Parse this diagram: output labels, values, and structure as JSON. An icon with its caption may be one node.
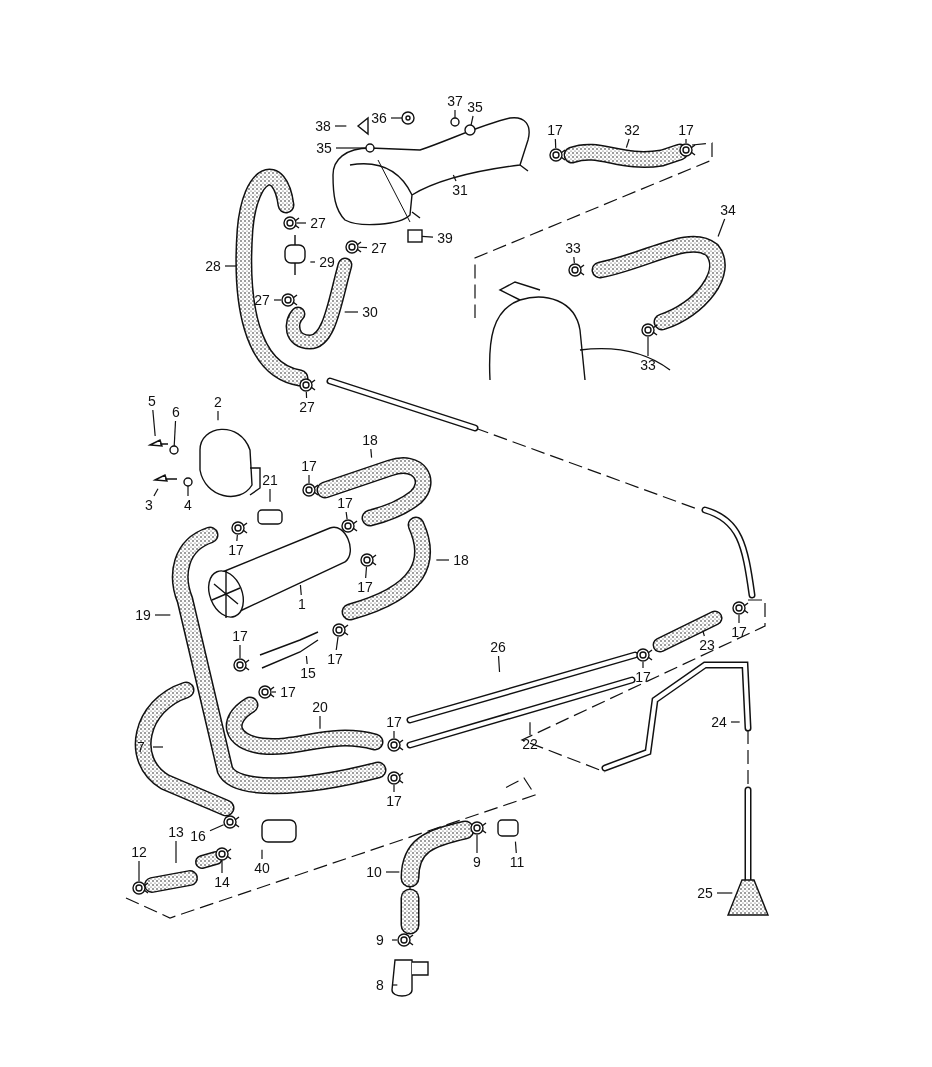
{
  "diagram": {
    "nodes": [
      {
        "text": [
          "38"
        ]
      },
      {
        "text": [
          "36"
        ]
      },
      {
        "text": [
          "37"
        ]
      },
      {
        "text": [
          "35"
        ]
      },
      {
        "text": [
          "35"
        ]
      },
      {
        "text": [
          "17"
        ]
      },
      {
        "text": [
          "32"
        ]
      },
      {
        "text": [
          "17"
        ]
      },
      {
        "text": [
          "31"
        ]
      },
      {
        "text": [
          "27"
        ]
      },
      {
        "text": [
          "27"
        ]
      },
      {
        "text": [
          "39"
        ]
      },
      {
        "text": [
          "29"
        ]
      },
      {
        "text": [
          "28"
        ]
      },
      {
        "text": [
          "34"
        ]
      },
      {
        "text": [
          "33"
        ]
      },
      {
        "text": [
          "27"
        ]
      },
      {
        "text": [
          "30"
        ]
      },
      {
        "text": [
          "33"
        ]
      },
      {
        "text": [
          "27"
        ]
      },
      {
        "text": [
          "5"
        ]
      },
      {
        "text": [
          "6"
        ]
      },
      {
        "text": [
          "2"
        ]
      },
      {
        "text": [
          "18"
        ]
      },
      {
        "text": [
          "17"
        ]
      },
      {
        "text": [
          "21"
        ]
      },
      {
        "text": [
          "3"
        ]
      },
      {
        "text": [
          "4"
        ]
      },
      {
        "text": [
          "17"
        ]
      },
      {
        "text": [
          "17"
        ]
      },
      {
        "text": [
          "18"
        ]
      },
      {
        "text": [
          "17"
        ]
      },
      {
        "text": [
          "1"
        ]
      },
      {
        "text": [
          "19"
        ]
      },
      {
        "text": [
          "17"
        ]
      },
      {
        "text": [
          "23"
        ]
      },
      {
        "text": [
          "17"
        ]
      },
      {
        "text": [
          "17"
        ]
      },
      {
        "text": [
          "15"
        ]
      },
      {
        "text": [
          "26"
        ]
      },
      {
        "text": [
          "17"
        ]
      },
      {
        "text": [
          "17"
        ]
      },
      {
        "text": [
          "20"
        ]
      },
      {
        "text": [
          "24"
        ]
      },
      {
        "text": [
          "17"
        ]
      },
      {
        "text": [
          "22"
        ]
      },
      {
        "text": [
          "7"
        ]
      },
      {
        "text": [
          "17"
        ]
      },
      {
        "text": [
          "16"
        ]
      },
      {
        "text": [
          "13"
        ]
      },
      {
        "text": [
          "12"
        ]
      },
      {
        "text": [
          "9"
        ]
      },
      {
        "text": [
          "11"
        ]
      },
      {
        "text": [
          "40"
        ]
      },
      {
        "text": [
          "10"
        ]
      },
      {
        "text": [
          "14"
        ]
      },
      {
        "text": [
          "25"
        ]
      },
      {
        "text": [
          "9"
        ]
      },
      {
        "text": [
          "8"
        ]
      },
      {
        "text": [],
        "shape": "circle"
      },
      {
        "text": [],
        "shape": "circle"
      },
      {
        "text": [],
        "shape": "circle"
      },
      {
        "text": [],
        "shape": "circle"
      },
      {
        "text": [],
        "shape": "circle"
      },
      {
        "text": [],
        "shape": "circle"
      },
      {
        "text": [],
        "shape": "circle"
      },
      {
        "text": [],
        "shape": "box"
      },
      {
        "text": [],
        "shape": "circle"
      },
      {
        "text": [],
        "shape": "circle"
      },
      {
        "text": [],
        "shape": "circle"
      },
      {
        "text": [],
        "shape": "circle"
      },
      {
        "text": [],
        "shape": "circle"
      },
      {
        "text": [],
        "shape": "circle"
      },
      {
        "text": [],
        "shape": "circle"
      },
      {
        "text": [],
        "shape": "circle"
      },
      {
        "text": [],
        "shape": "circle"
      },
      {
        "text": [],
        "shape": "circle"
      },
      {
        "text": [],
        "shape": "circle"
      },
      {
        "text": [],
        "shape": "circle"
      },
      {
        "text": [],
        "shape": "circle"
      },
      {
        "text": [],
        "shape": "circle"
      },
      {
        "text": [],
        "shape": "circle"
      },
      {
        "text": [],
        "shape": "circle"
      },
      {
        "text": [],
        "shape": "circle"
      },
      {
        "text": [],
        "shape": "circle"
      },
      {
        "text": [],
        "shape": "circle"
      },
      {
        "text": [],
        "shape": "circle"
      },
      {
        "text": [],
        "shape": "circle"
      },
      {
        "text": [],
        "shape": "circle"
      },
      {
        "text": [],
        "shape": "circle"
      }
    ],
    "edges": [
      {
        "from": 0,
        "to": null,
        "arrow": "none"
      },
      {
        "from": 1,
        "to": 59,
        "arrow": "none"
      },
      {
        "from": 2,
        "to": 60,
        "arrow": "none"
      },
      {
        "from": 3,
        "to": 61,
        "arrow": "none"
      },
      {
        "from": 4,
        "to": 62,
        "arrow": "none"
      },
      {
        "from": 5,
        "to": 63,
        "arrow": "none"
      },
      {
        "from": 6,
        "to": null,
        "arrow": "none"
      },
      {
        "from": 7,
        "to": 64,
        "arrow": "none"
      },
      {
        "from": 8,
        "to": null,
        "arrow": "none"
      },
      {
        "from": 9,
        "to": 65,
        "arrow": "none"
      },
      {
        "from": 10,
        "to": 67,
        "arrow": "none"
      },
      {
        "from": 11,
        "to": 66,
        "arrow": "none"
      },
      {
        "from": 12,
        "to": null,
        "arrow": "none"
      },
      {
        "from": 13,
        "to": null,
        "arrow": "none"
      },
      {
        "from": 14,
        "to": null,
        "arrow": "none"
      },
      {
        "from": 15,
        "to": 68,
        "arrow": "none"
      },
      {
        "from": 16,
        "to": 69,
        "arrow": "none"
      },
      {
        "from": 17,
        "to": null,
        "arrow": "none"
      },
      {
        "from": 18,
        "to": 70,
        "arrow": "none"
      },
      {
        "from": 19,
        "to": 71,
        "arrow": "none"
      },
      {
        "from": 20,
        "to": null,
        "arrow": "none"
      },
      {
        "from": 21,
        "to": 72,
        "arrow": "none"
      },
      {
        "from": 22,
        "to": null,
        "arrow": "none"
      },
      {
        "from": 23,
        "to": null,
        "arrow": "none"
      },
      {
        "from": 24,
        "to": 74,
        "arrow": "none"
      },
      {
        "from": 25,
        "to": null,
        "arrow": "none"
      },
      {
        "from": 26,
        "to": null,
        "arrow": "none"
      },
      {
        "from": 27,
        "to": 73,
        "arrow": "none"
      },
      {
        "from": 28,
        "to": 75,
        "arrow": "none"
      },
      {
        "from": 29,
        "to": 76,
        "arrow": "none"
      },
      {
        "from": 30,
        "to": null,
        "arrow": "none"
      },
      {
        "from": 31,
        "to": 77,
        "arrow": "none"
      },
      {
        "from": 32,
        "to": null,
        "arrow": "none"
      },
      {
        "from": 33,
        "to": null,
        "arrow": "none"
      },
      {
        "from": 34,
        "to": 78,
        "arrow": "none"
      },
      {
        "from": 35,
        "to": null,
        "arrow": "none"
      },
      {
        "from": 36,
        "to": 81,
        "arrow": "none"
      },
      {
        "from": 37,
        "to": 79,
        "arrow": "none"
      },
      {
        "from": 38,
        "to": null,
        "arrow": "none"
      },
      {
        "from": 39,
        "to": null,
        "arrow": "none"
      },
      {
        "from": 40,
        "to": 80,
        "arrow": "none"
      },
      {
        "from": 41,
        "to": 82,
        "arrow": "none"
      },
      {
        "from": 42,
        "to": null,
        "arrow": "none"
      },
      {
        "from": 43,
        "to": null,
        "arrow": "none"
      },
      {
        "from": 44,
        "to": 83,
        "arrow": "none"
      },
      {
        "from": 45,
        "to": null,
        "arrow": "none"
      },
      {
        "from": 46,
        "to": null,
        "arrow": "none"
      },
      {
        "from": 47,
        "to": 84,
        "arrow": "none"
      },
      {
        "from": 48,
        "to": 85,
        "arrow": "none"
      },
      {
        "from": 49,
        "to": null,
        "arrow": "none"
      },
      {
        "from": 50,
        "to": 88,
        "arrow": "none"
      },
      {
        "from": 51,
        "to": 86,
        "arrow": "none"
      },
      {
        "from": 52,
        "to": null,
        "arrow": "none"
      },
      {
        "from": 53,
        "to": null,
        "arrow": "none"
      },
      {
        "from": 54,
        "to": null,
        "arrow": "none"
      },
      {
        "from": 55,
        "to": 87,
        "arrow": "none"
      },
      {
        "from": 56,
        "to": null,
        "arrow": "none"
      },
      {
        "from": 57,
        "to": 89,
        "arrow": "none"
      },
      {
        "from": 58,
        "to": null,
        "arrow": "none"
      }
    ]
  }
}
